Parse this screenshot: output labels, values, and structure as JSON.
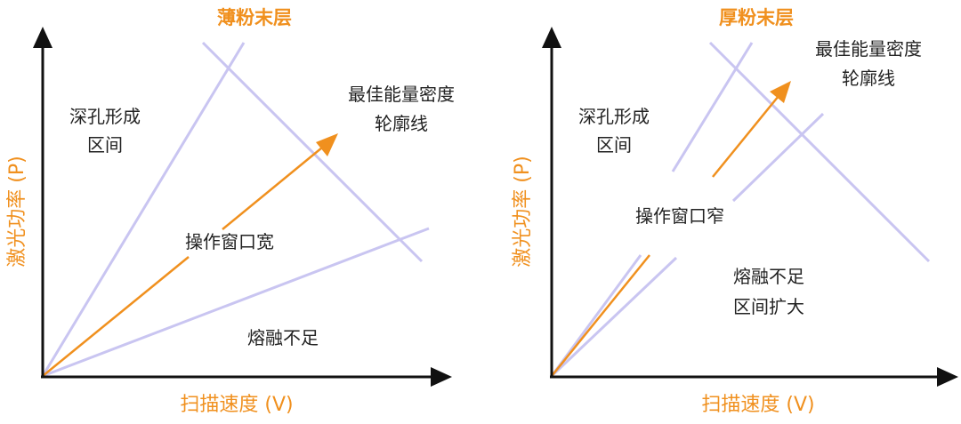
{
  "colors": {
    "accent": "#f0901e",
    "boundary": "#c9c5f1",
    "axis": "#111111",
    "text": "#222222"
  },
  "panels": [
    {
      "title": "薄粉末层",
      "x_axis_label": "扫描速度 (V)",
      "y_axis_label": "激光功率 (P)",
      "regions": {
        "deep_hole": [
          "深孔形成",
          "区间"
        ],
        "energy_contour": [
          "最佳能量密度",
          "轮廓线"
        ],
        "process_window": [
          "操作窗口宽"
        ],
        "lack_of_fusion": [
          "熔融不足"
        ]
      }
    },
    {
      "title": "厚粉末层",
      "x_axis_label": "扫描速度 (V)",
      "y_axis_label": "激光功率 (P)",
      "regions": {
        "deep_hole": [
          "深孔形成",
          "区间"
        ],
        "energy_contour": [
          "最佳能量密度",
          "轮廓线"
        ],
        "process_window": [
          "操作窗口窄"
        ],
        "lack_of_fusion": [
          "熔融不足",
          "区间扩大"
        ]
      }
    }
  ]
}
